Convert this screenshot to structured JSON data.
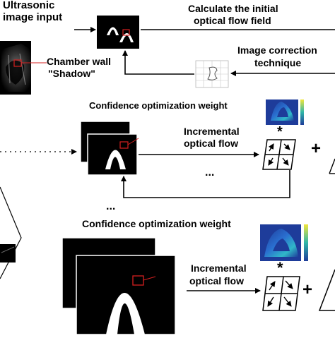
{
  "labels": {
    "input_line1": "Ultrasonic",
    "input_line2": "image input",
    "calc_line1": "Calculate the initial",
    "calc_line2": "optical flow field",
    "correction_line1": "Image correction",
    "correction_line2": "technique",
    "chamber_wall": "Chamber wall",
    "shadow": "\"Shadow\"",
    "confidence_1": "Confidence optimization weight",
    "confidence_2": "Confidence optimization weight",
    "incremental_1_line1": "Incremental",
    "incremental_1_line2": "optical flow",
    "incremental_2_line1": "Incremental",
    "incremental_2_line2": "optical flow",
    "ellipsis_1": "...",
    "ellipsis_2": "...",
    "ellipsis_3": "...",
    "multiply_1": "*",
    "multiply_2": "*",
    "plus_1": "+",
    "plus_2": "+"
  },
  "colors": {
    "frame": "#000000",
    "arch": "#ffffff",
    "roi_box": "#d42020",
    "arrow": "#000000",
    "heatmap_low": "#1e3c9a",
    "heatmap_high": "#f2e63a"
  }
}
